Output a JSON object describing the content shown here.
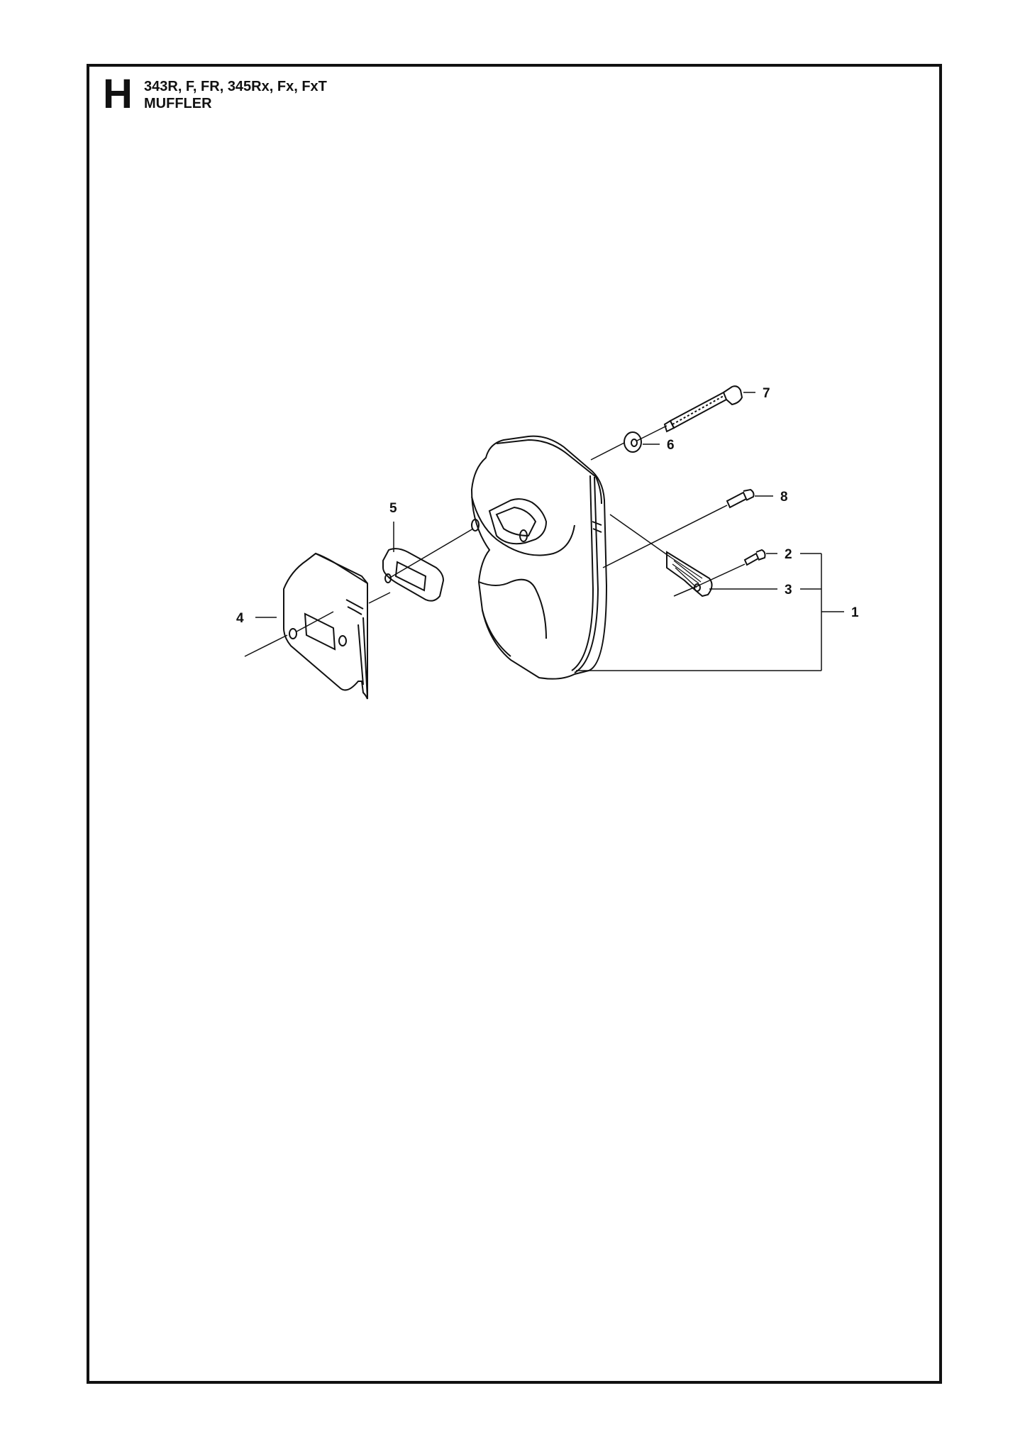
{
  "section": {
    "letter": "H"
  },
  "header": {
    "models": "343R, F, FR, 345Rx, Fx, FxT",
    "title": "MUFFLER"
  },
  "callouts": [
    "1",
    "2",
    "3",
    "4",
    "5",
    "6",
    "7",
    "8"
  ]
}
